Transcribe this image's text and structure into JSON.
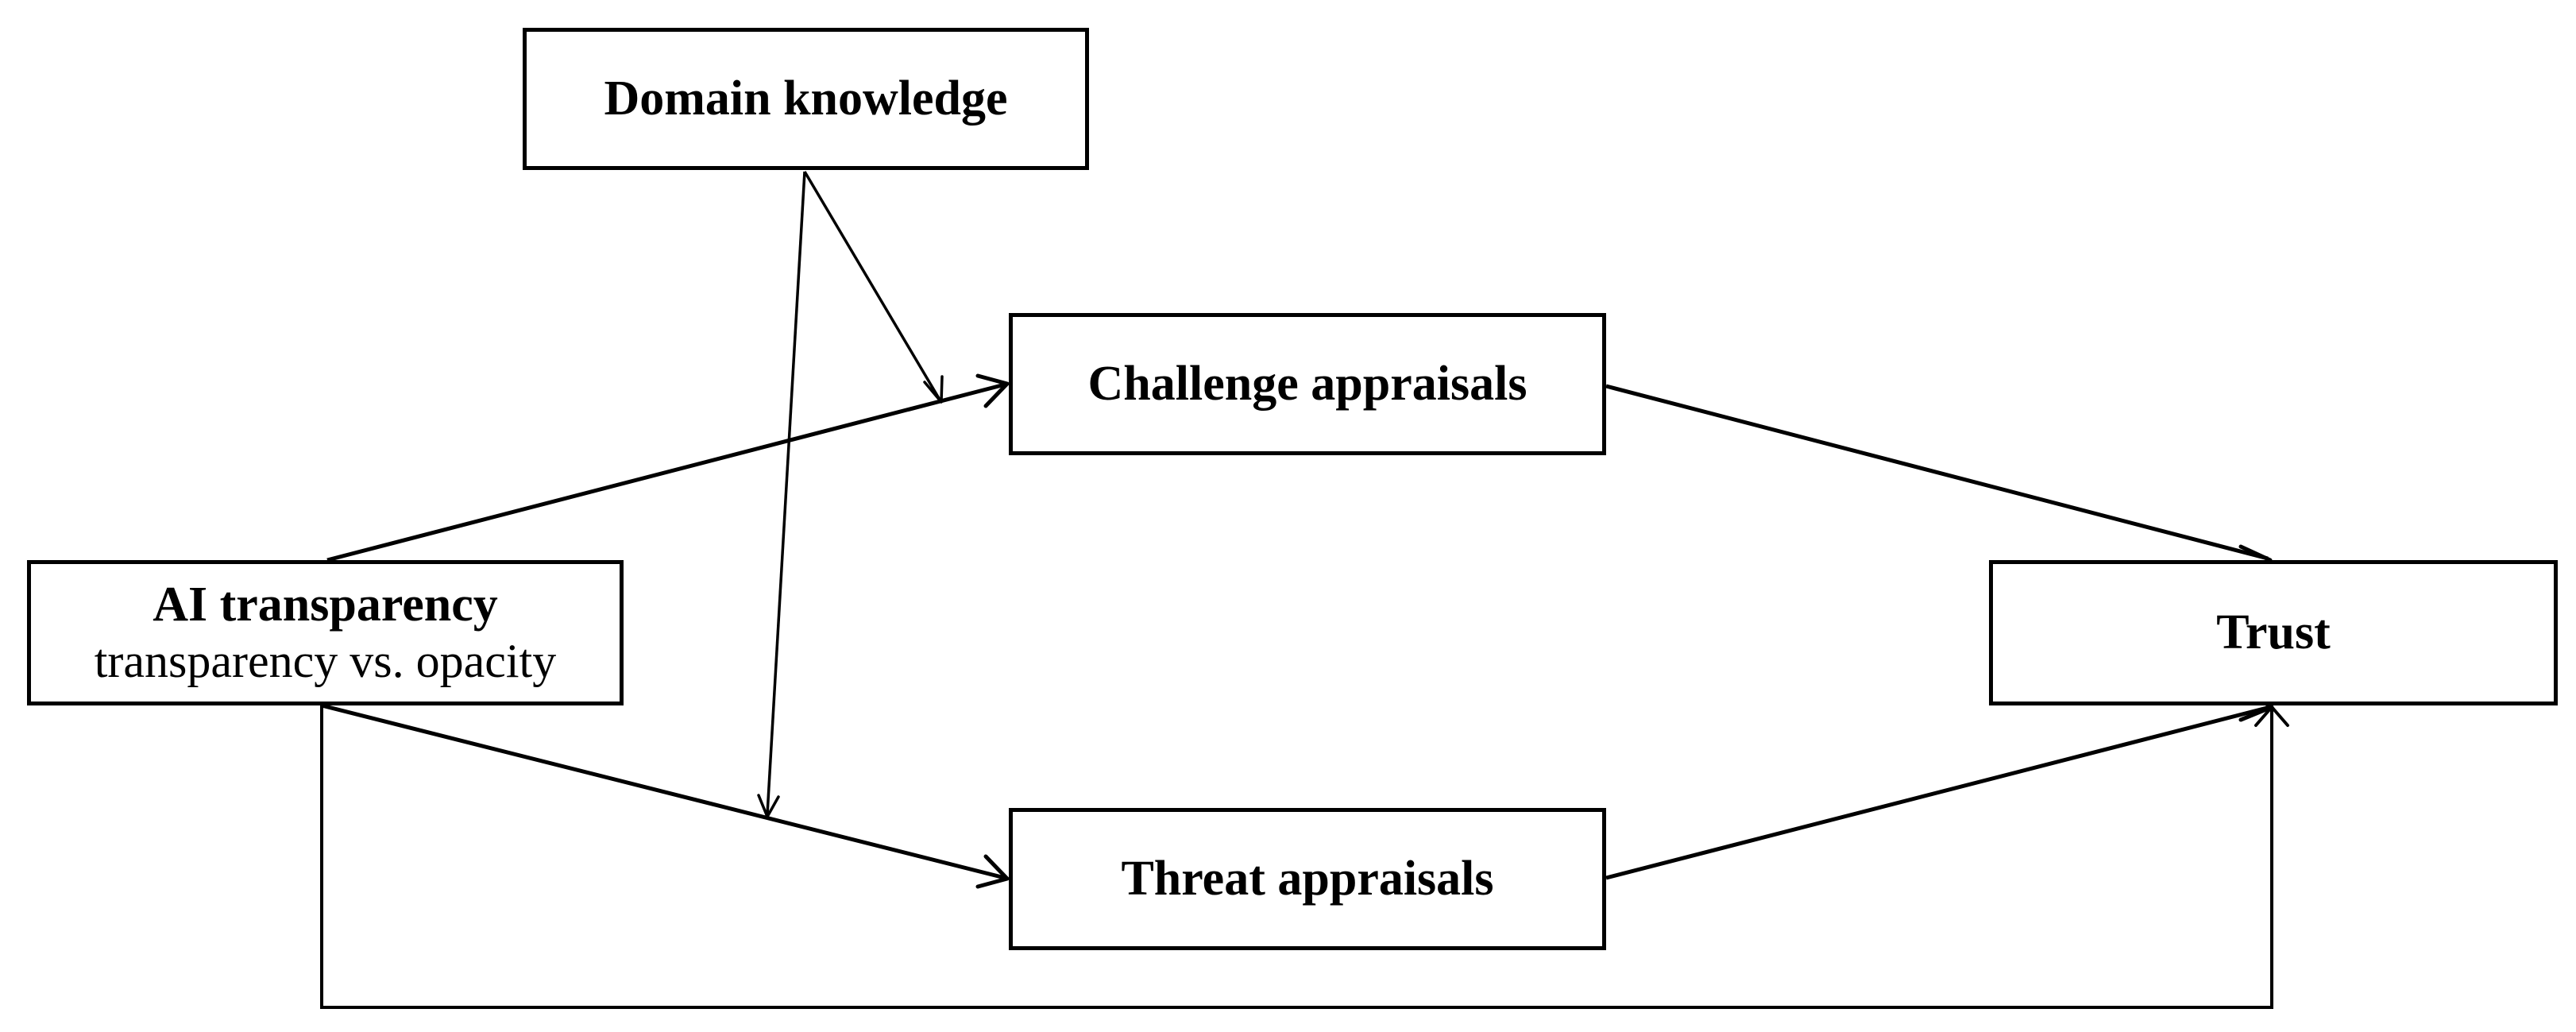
{
  "nodes": {
    "domain_knowledge": {
      "title": "Domain knowledge"
    },
    "challenge_appraisals": {
      "title": "Challenge appraisals"
    },
    "ai_transparency": {
      "title": "AI transparency",
      "subtitle": "transparency vs. opacity"
    },
    "trust": {
      "title": "Trust"
    },
    "threat_appraisals": {
      "title": "Threat appraisals"
    }
  },
  "edges": [
    {
      "from": "ai_transparency",
      "to": "challenge_appraisals"
    },
    {
      "from": "ai_transparency",
      "to": "threat_appraisals"
    },
    {
      "from": "challenge_appraisals",
      "to": "trust"
    },
    {
      "from": "threat_appraisals",
      "to": "trust"
    },
    {
      "from": "ai_transparency",
      "to": "trust"
    },
    {
      "from": "domain_knowledge",
      "to": "ai_transparency-challenge_appraisals-path",
      "type": "moderation"
    },
    {
      "from": "domain_knowledge",
      "to": "ai_transparency-threat_appraisals-path",
      "type": "moderation"
    }
  ],
  "colors": {
    "stroke": "#000000",
    "background": "#ffffff"
  }
}
